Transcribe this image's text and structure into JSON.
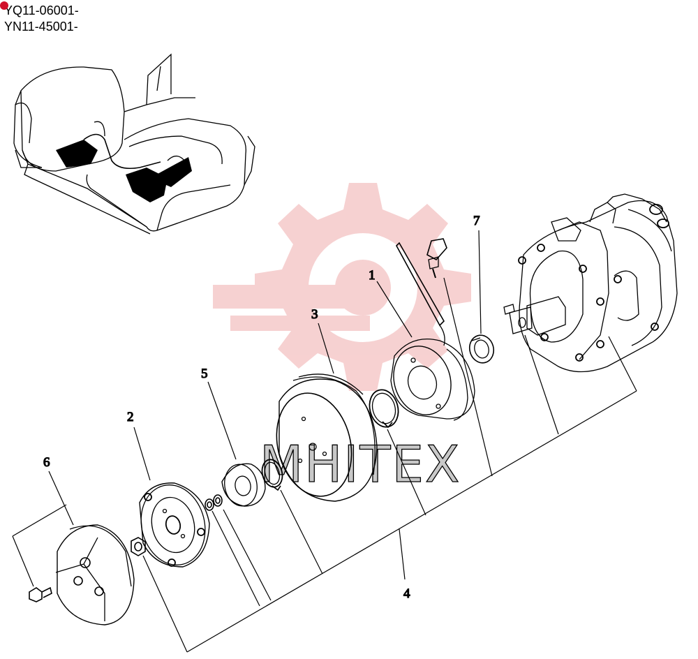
{
  "header": {
    "serial_1": "YQ11-06001-",
    "serial_2": "YN11-45001-"
  },
  "callouts": {
    "c1": "1",
    "c2": "2",
    "c3": "3",
    "c4": "4",
    "c5": "5",
    "c6": "6",
    "c7": "7"
  },
  "watermark": {
    "text": "MHITEX",
    "color": "#f2b8b8"
  },
  "colors": {
    "line": "#000000",
    "marker": "#d0102a"
  }
}
